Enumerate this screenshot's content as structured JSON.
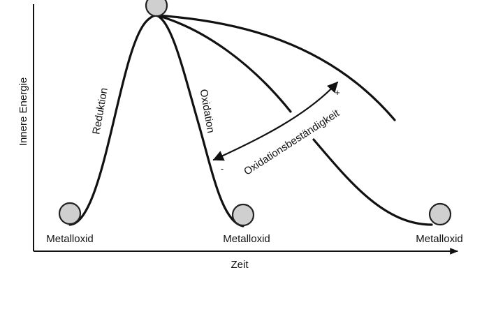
{
  "axes": {
    "y_label": "Innere Energie",
    "x_label": "Zeit"
  },
  "curve_labels": {
    "reduktion": "Reduktion",
    "oxidation": "Oxidation",
    "bestaendigkeit": "Oxidationsbeständigkeit",
    "plus_sign": "+",
    "minus_sign": "-"
  },
  "states": {
    "left": "Metalloxid",
    "middle": "Metalloxid",
    "right": "Metalloxid"
  }
}
